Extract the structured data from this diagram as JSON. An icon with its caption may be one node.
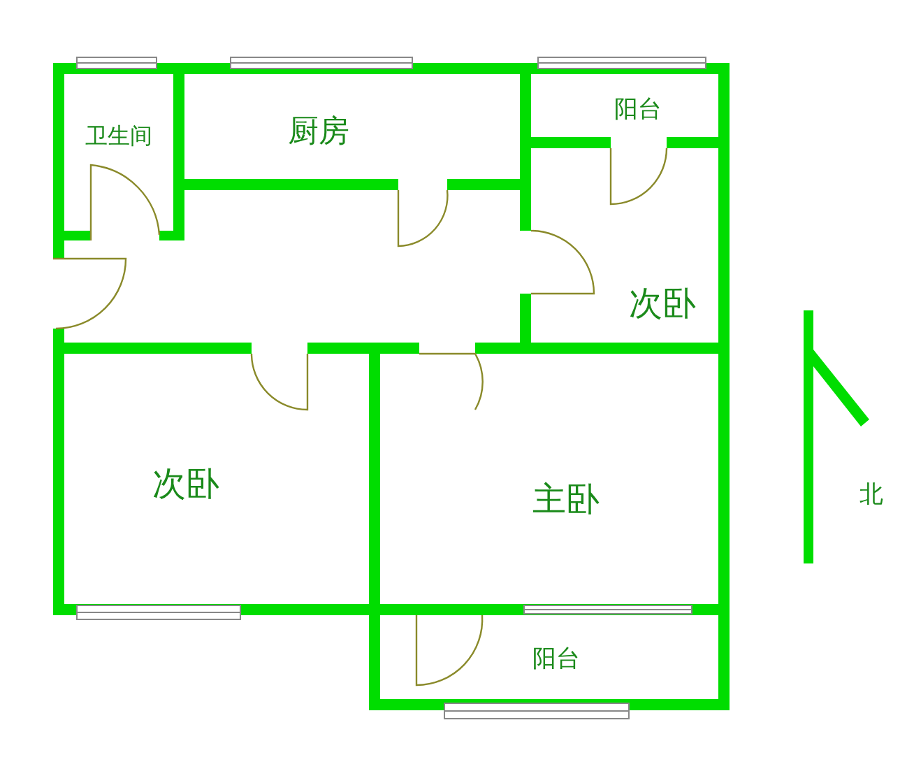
{
  "diagram": {
    "nodes": [
      {
        "text": [
          "卫生间"
        ]
      },
      {
        "text": [
          "厨房"
        ]
      },
      {
        "text": [
          "阳台"
        ]
      },
      {
        "text": [
          "次卧"
        ]
      },
      {
        "text": [
          "次卧"
        ]
      },
      {
        "text": [
          "主卧"
        ]
      },
      {
        "text": [
          "阳台"
        ]
      }
    ],
    "edges": [],
    "labels": [
      "北"
    ]
  }
}
